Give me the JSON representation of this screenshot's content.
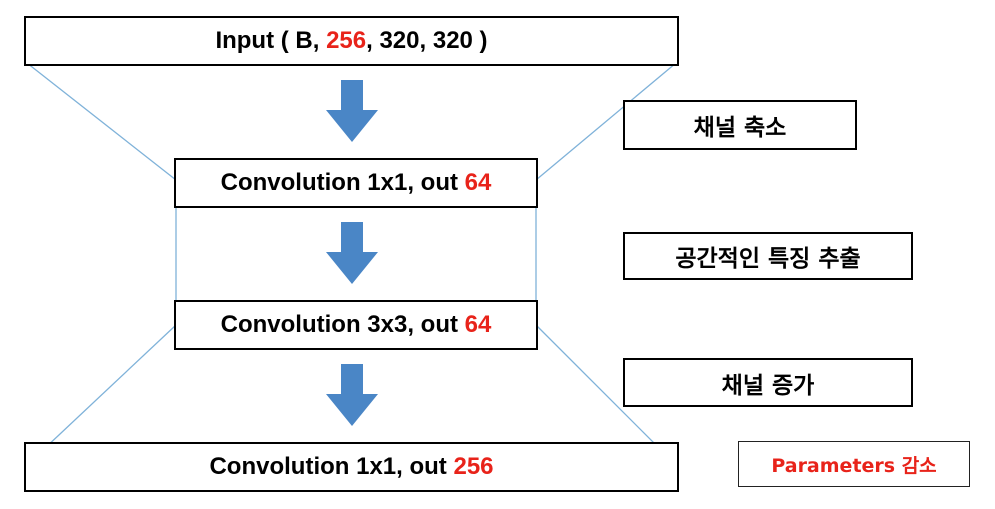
{
  "colors": {
    "accent_red": "#e8231a",
    "arrow_blue": "#4a86c6",
    "guide_blue": "#7fb2d9"
  },
  "layers": [
    {
      "prefix": "Input ( B, ",
      "highlight": "256",
      "suffix": ", 320, 320 )"
    },
    {
      "prefix": "Convolution 1x1, out ",
      "highlight": "64",
      "suffix": ""
    },
    {
      "prefix": "Convolution 3x3, out ",
      "highlight": "64",
      "suffix": ""
    },
    {
      "prefix": "Convolution 1x1, out ",
      "highlight": "256",
      "suffix": ""
    }
  ],
  "annotations": [
    {
      "label": "채널 축소"
    },
    {
      "label": "공간적인 특징 추출"
    },
    {
      "label": "채널 증가"
    },
    {
      "label": "Parameters 감소"
    }
  ]
}
